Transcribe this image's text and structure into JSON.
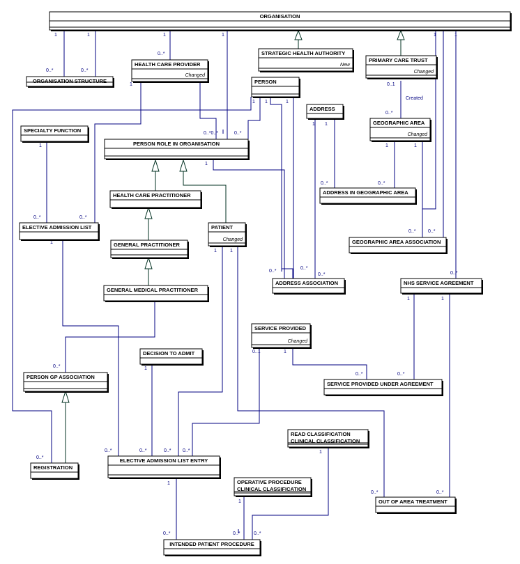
{
  "title": "ORGANISATION",
  "boxes": {
    "organisation": {
      "name": "ORGANISATION",
      "note": ""
    },
    "organisation_structure": {
      "name": "ORGANISATION STRUCTURE",
      "note": ""
    },
    "health_care_provider": {
      "name": "HEALTH CARE PROVIDER",
      "note": "Changed"
    },
    "strategic_health_authority": {
      "name": "STRATEGIC HEALTH AUTHORITY",
      "note": "New"
    },
    "primary_care_trust": {
      "name": "PRIMARY CARE TRUST",
      "note": "Changed"
    },
    "person": {
      "name": "PERSON",
      "note": ""
    },
    "address": {
      "name": "ADDRESS",
      "note": ""
    },
    "geographic_area": {
      "name": "GEOGRAPHIC AREA",
      "note": "Changed"
    },
    "specialty_function": {
      "name": "SPECIALTY FUNCTION",
      "note": ""
    },
    "person_role_in_organisation": {
      "name": "PERSON ROLE IN ORGANISATION",
      "note": ""
    },
    "address_in_geographic_area": {
      "name": "ADDRESS IN GEOGRAPHIC AREA",
      "note": ""
    },
    "health_care_practitioner": {
      "name": "HEALTH CARE PRACTITIONER",
      "note": ""
    },
    "elective_admission_list": {
      "name": "ELECTIVE ADMISSION LIST",
      "note": ""
    },
    "patient": {
      "name": "PATIENT",
      "note": "Changed"
    },
    "geographic_area_association": {
      "name": "GEOGRAPHIC AREA ASSOCIATION",
      "note": ""
    },
    "general_practitioner": {
      "name": "GENERAL PRACTITIONER",
      "note": ""
    },
    "address_association": {
      "name": "ADDRESS ASSOCIATION",
      "note": ""
    },
    "nhs_service_agreement": {
      "name": "NHS SERVICE AGREEMENT",
      "note": ""
    },
    "general_medical_practitioner": {
      "name": "GENERAL MEDICAL PRACTITIONER",
      "note": ""
    },
    "service_provided": {
      "name": "SERVICE PROVIDED",
      "note": "Changed"
    },
    "decision_to_admit": {
      "name": "DECISION TO ADMIT",
      "note": ""
    },
    "person_gp_association": {
      "name": "PERSON GP ASSOCIATION",
      "note": ""
    },
    "service_provided_under_agreement": {
      "name": "SERVICE PROVIDED UNDER AGREEMENT",
      "note": ""
    },
    "read_classification": {
      "name": "READ CLASSIFICATION",
      "name2": "CLINICAL CLASSIFICATION",
      "note": ""
    },
    "registration": {
      "name": "REGISTRATION",
      "note": ""
    },
    "elective_admission_list_entry": {
      "name": "ELECTIVE ADMISSION LIST ENTRY",
      "note": ""
    },
    "operative_procedure": {
      "name": "OPERATIVE PROCEDURE",
      "name2": "CLINICAL CLASSIFICATION",
      "note": ""
    },
    "out_of_area_treatment": {
      "name": "OUT OF AREA TREATMENT",
      "note": ""
    },
    "intended_patient_procedure": {
      "name": "INTENDED PATIENT PROCEDURE",
      "note": ""
    }
  },
  "labels": {
    "created": "Created",
    "one": "1",
    "many": "0..*",
    "zero_one": "0..1",
    "many_many": "0..*0..*"
  }
}
